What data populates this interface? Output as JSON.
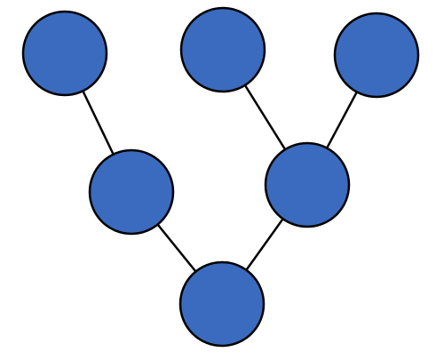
{
  "diagram": {
    "kind": "tree",
    "node_fill": "#3B6BBE",
    "node_stroke": "#000000",
    "edge_color": "#000000",
    "background": "#FFFFFF",
    "nodes": [
      {
        "id": "leaf-left"
      },
      {
        "id": "leaf-middle"
      },
      {
        "id": "leaf-right"
      },
      {
        "id": "branch-left"
      },
      {
        "id": "branch-right"
      },
      {
        "id": "root"
      }
    ],
    "edges": [
      {
        "from": "leaf-left",
        "to": "branch-left"
      },
      {
        "from": "leaf-middle",
        "to": "branch-right"
      },
      {
        "from": "leaf-right",
        "to": "branch-right"
      },
      {
        "from": "branch-left",
        "to": "root"
      },
      {
        "from": "branch-right",
        "to": "root"
      }
    ]
  }
}
